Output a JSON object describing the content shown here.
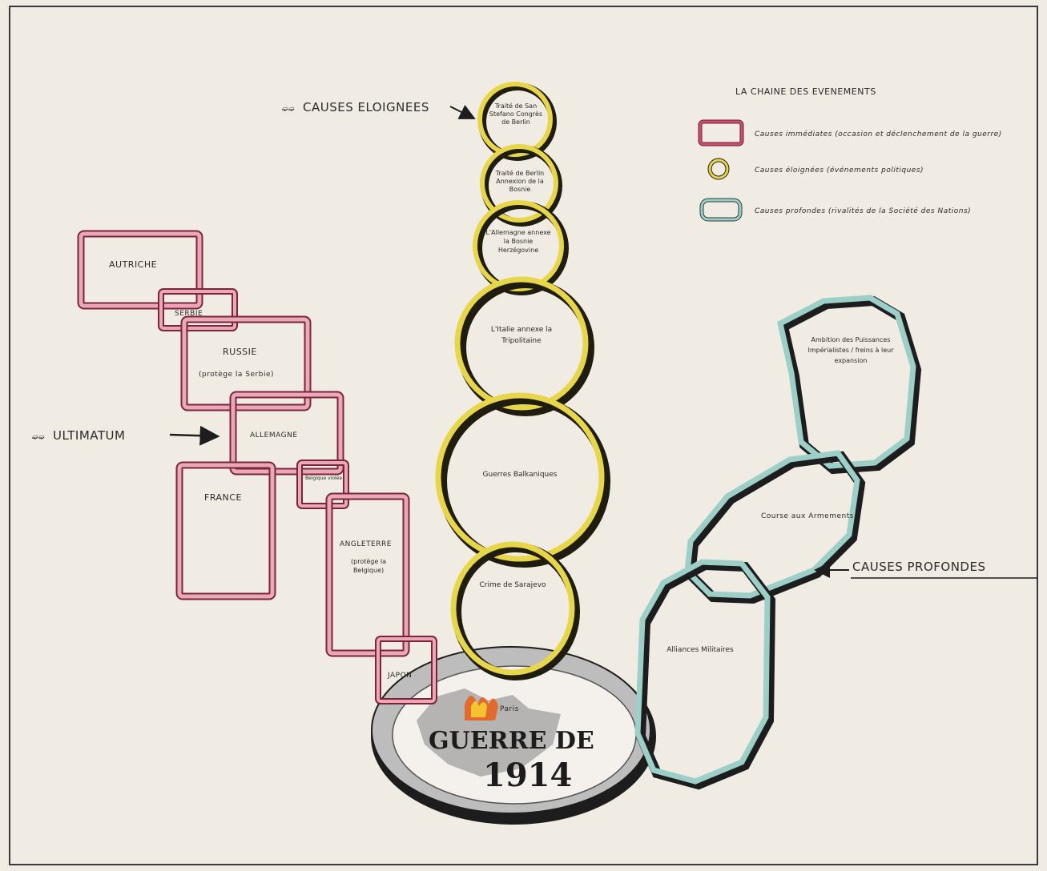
{
  "legend": {
    "title": "LA CHAINE DES EVENEMENTS",
    "items": [
      {
        "shape": "red-rectangle-link",
        "label": "Causes immédiates (occasion et déclenchement de la guerre)"
      },
      {
        "shape": "yellow-ring-link",
        "label": "Causes éloignées (événements politiques)"
      },
      {
        "shape": "teal-octagon-link",
        "label": "Causes profondes (rivalités de la Société des Nations)"
      }
    ]
  },
  "annotations": {
    "causes_eloignees": "CAUSES ELOIGNEES",
    "ultimatum": "ULTIMATUM",
    "causes_profondes": "CAUSES PROFONDES"
  },
  "center": {
    "title_line1": "GUERRE DE",
    "title_line2": "1914",
    "flame_label": "Paris"
  },
  "yellow_chain": [
    {
      "label": "Traité de San Stefano Congrès de Berlin"
    },
    {
      "label": "Traité de Berlin Annexion de la Bosnie"
    },
    {
      "label": "L'Allemagne annexe la Bosnie Herzégovine"
    },
    {
      "label": "L'Italie annexe la Tripolitaine"
    },
    {
      "label": "Guerres Balkaniques"
    },
    {
      "label": "Crime de Sarajevo"
    }
  ],
  "red_chain": [
    {
      "label": "AUTRICHE"
    },
    {
      "label": "SERBIE"
    },
    {
      "label": "RUSSIE"
    },
    {
      "label": "(protège la Serbie)"
    },
    {
      "label": "ALLEMAGNE"
    },
    {
      "label": "FRANCE"
    },
    {
      "label": "Belgique violée"
    },
    {
      "label": "ANGLETERRE"
    },
    {
      "label": "(protège la Belgique)"
    },
    {
      "label": "JAPON"
    }
  ],
  "teal_chain": [
    {
      "label": "Ambition des Puissances Impérialistes / freins à leur expansion"
    },
    {
      "label": "Course aux Armements"
    },
    {
      "label": "Alliances Militaires"
    }
  ],
  "colors": {
    "paper": "#f1ece3",
    "red": "#c9506a",
    "red_light": "#e9a9b8",
    "yellow": "#e8d64a",
    "yellow_dark": "#1f1c10",
    "teal": "#9ccfc7",
    "ink": "#1d1d1d",
    "bowl": "#bdbdbd",
    "fire": "#e26a2c"
  }
}
